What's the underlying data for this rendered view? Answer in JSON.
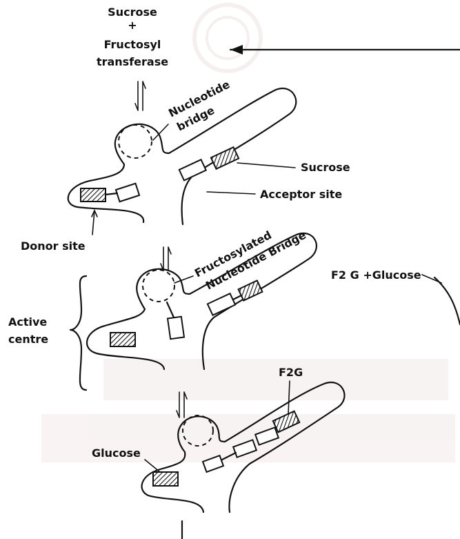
{
  "start": {
    "line1": "Sucrose",
    "plus": "+",
    "line2": "Fructosyl",
    "line3": "transferase"
  },
  "labels": {
    "nucleotide_bridge_1": "Nucleotide",
    "nucleotide_bridge_2": "bridge",
    "sucrose": "Sucrose",
    "acceptor_site": "Acceptor site",
    "donor_site": "Donor site",
    "fructosylated_1": "Fructosylated",
    "fructosylated_2": "Nucleotide Bridge",
    "f2g_glucose": "F2 G +Glucose",
    "active_1": "Active",
    "active_2": "centre",
    "f2g": "F2G",
    "glucose": "Glucose"
  },
  "colors": {
    "ink": "#111111",
    "watermark": "#f2e9e9"
  }
}
